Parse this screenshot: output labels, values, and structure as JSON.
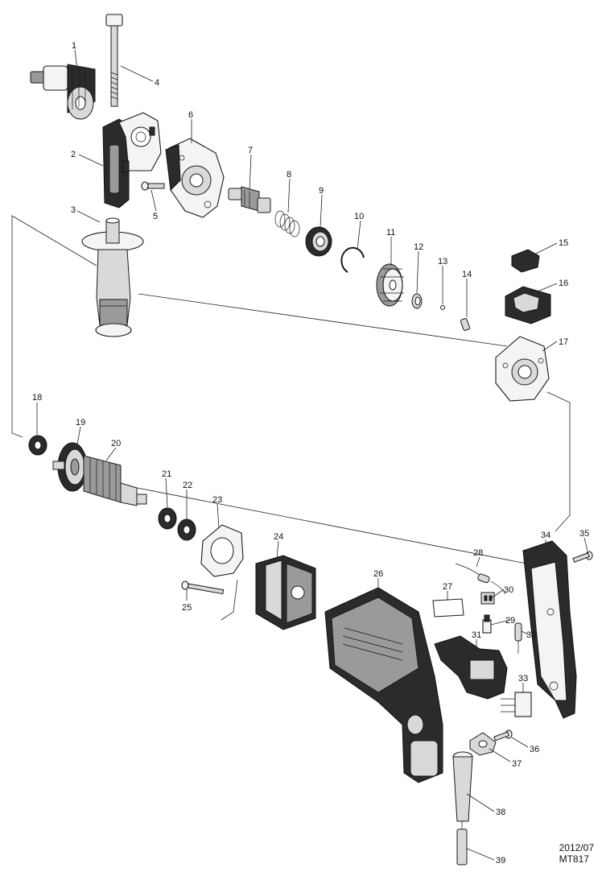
{
  "footer": {
    "date": "2012/07",
    "model": "MT817"
  },
  "parts": [
    {
      "no": "1"
    },
    {
      "no": "2"
    },
    {
      "no": "3"
    },
    {
      "no": "4"
    },
    {
      "no": "5"
    },
    {
      "no": "6"
    },
    {
      "no": "7"
    },
    {
      "no": "8"
    },
    {
      "no": "9"
    },
    {
      "no": "10"
    },
    {
      "no": "11"
    },
    {
      "no": "12"
    },
    {
      "no": "13"
    },
    {
      "no": "14"
    },
    {
      "no": "15"
    },
    {
      "no": "16"
    },
    {
      "no": "17"
    },
    {
      "no": "18"
    },
    {
      "no": "19"
    },
    {
      "no": "20"
    },
    {
      "no": "21"
    },
    {
      "no": "22"
    },
    {
      "no": "23"
    },
    {
      "no": "24"
    },
    {
      "no": "25"
    },
    {
      "no": "26"
    },
    {
      "no": "27"
    },
    {
      "no": "28"
    },
    {
      "no": "29"
    },
    {
      "no": "30"
    },
    {
      "no": "31"
    },
    {
      "no": "32"
    },
    {
      "no": "33"
    },
    {
      "no": "34"
    },
    {
      "no": "35"
    },
    {
      "no": "36"
    },
    {
      "no": "37"
    },
    {
      "no": "38"
    },
    {
      "no": "39"
    }
  ]
}
